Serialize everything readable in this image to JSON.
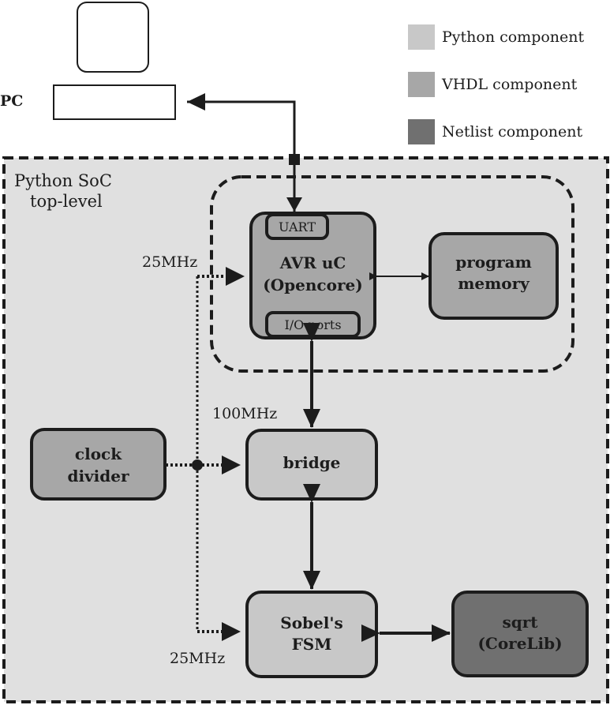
{
  "legend": {
    "items": [
      {
        "label": "Python component",
        "color": "#c8c8c8"
      },
      {
        "label": "VHDL component",
        "color": "#a7a7a7"
      },
      {
        "label": "Netlist component",
        "color": "#707070"
      }
    ]
  },
  "pc": {
    "label": "PC"
  },
  "soc": {
    "title_line1": "Python SoC",
    "title_line2": "top-level"
  },
  "avr": {
    "line1": "AVR uC",
    "line2": "(Opencore)",
    "uart": "UART",
    "io": "I/O ports"
  },
  "program_memory": {
    "line1": "program",
    "line2": "memory"
  },
  "clock_divider": {
    "line1": "clock",
    "line2": "divider"
  },
  "bridge": {
    "label": "bridge"
  },
  "sobel": {
    "line1": "Sobel's",
    "line2": "FSM"
  },
  "sqrt": {
    "line1": "sqrt",
    "line2": "(CoreLib)"
  },
  "clocks": {
    "top": "25MHz",
    "middle": "100MHz",
    "bottom": "25MHz"
  },
  "colors": {
    "python": "#c8c8c8",
    "vhdl": "#a7a7a7",
    "netlist": "#707070",
    "soc_background": "#e0e0e0",
    "stroke": "#1c1c1c"
  }
}
